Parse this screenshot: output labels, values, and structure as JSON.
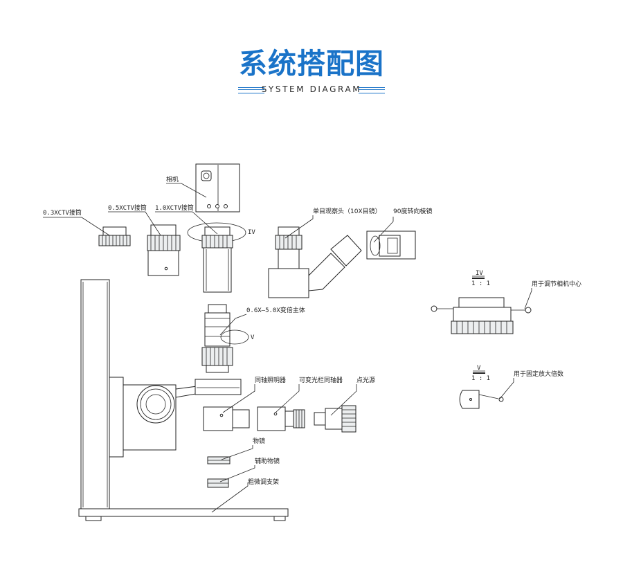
{
  "header": {
    "title": "系统搭配图",
    "subtitle": "SYSTEM DIAGRAM"
  },
  "colors": {
    "accent": "#1a73c8",
    "line": "#222222"
  },
  "diagram": {
    "labels": {
      "camera": "相机",
      "ctv03": "0.3XCTV接筒",
      "ctv05": "0.5XCTV接筒",
      "ctv10": "1.0XCTV接筒",
      "monocular": "单目观察头（10X目镜）",
      "prism": "90度转向棱镜",
      "zoom_body": "0.6X—5.0X变倍主体",
      "coaxial": "同轴照明器",
      "iris_coaxial": "可变光栏同轴器",
      "point_light": "点光源",
      "objective": "物镜",
      "aux_objective": "辅助物镜",
      "stand": "粗微调支架",
      "center_adjust": "用于调节相机中心",
      "fix_mag": "用于固定放大倍数"
    },
    "callouts": {
      "iv": "IV",
      "v": "V",
      "scale_iv": "1 : 1",
      "scale_v": "1 : 1"
    }
  }
}
